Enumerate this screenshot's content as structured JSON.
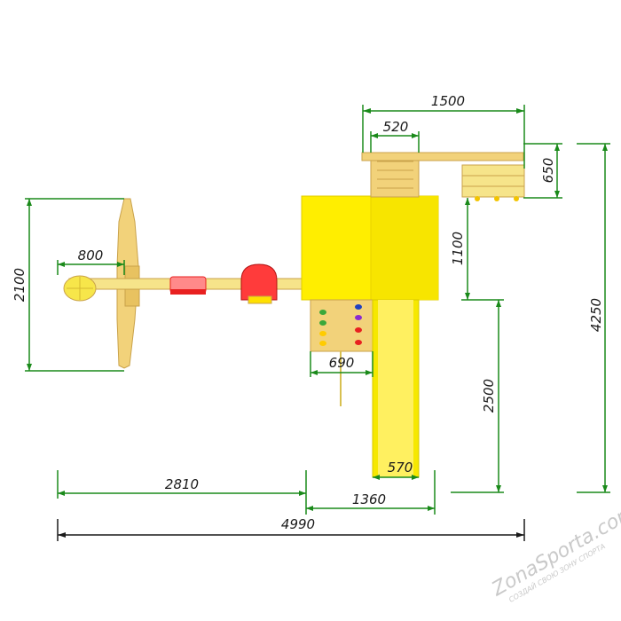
{
  "dimensions": {
    "top_width": "1500",
    "ladder_width": "520",
    "bench_depth": "650",
    "total_depth": "4250",
    "tower_depth": "1100",
    "swing_width": "2100",
    "swing_seat": "800",
    "wall_width": "690",
    "slide_length": "2500",
    "slide_width": "570",
    "left_span": "2810",
    "right_span": "1360",
    "total_width": "4990"
  },
  "watermark": {
    "brand": "ZonaSporta.com",
    "tagline": "СОЗДАЙ СВОЮ ЗОНУ СПОРТА"
  },
  "colors": {
    "dimension_line": "#1a8a1a",
    "outline": "#1a1a1a",
    "roof_yellow": "#ffee00",
    "roof_shade": "#f2de00",
    "slide_yellow": "#f6e800",
    "wood": "#f2d27a",
    "wood_dark": "#c9a24a",
    "red": "#e82020"
  }
}
